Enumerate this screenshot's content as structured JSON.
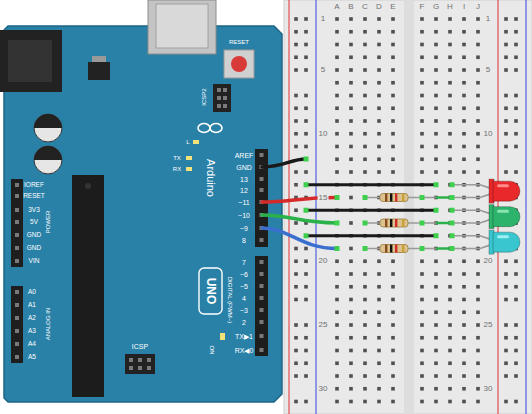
{
  "diagram": {
    "labels": [
      "RESET",
      "ICSP2",
      "L",
      "TX",
      "RX",
      "Arduino",
      "UNO",
      "ON",
      "ICSP",
      "AREF",
      "GND",
      "13",
      "12",
      "~11",
      "~10",
      "~9",
      "8",
      "7",
      "~6",
      "~5",
      "4",
      "~3",
      "2",
      "TX▶1",
      "RX◀0",
      "DIGITAL (PWM~)",
      "IOREF",
      "RESET",
      "3V3",
      "5V",
      "GND",
      "GND",
      "VIN",
      "POWER",
      "A0",
      "A1",
      "A2",
      "A3",
      "A4",
      "A5",
      "ANALOG IN",
      "A",
      "B",
      "C",
      "D",
      "E",
      "F",
      "G",
      "H",
      "I",
      "J",
      "1",
      "5",
      "10",
      "15",
      "20",
      "25",
      "30",
      "1",
      "5",
      "10",
      "20",
      "25",
      "30"
    ]
  }
}
